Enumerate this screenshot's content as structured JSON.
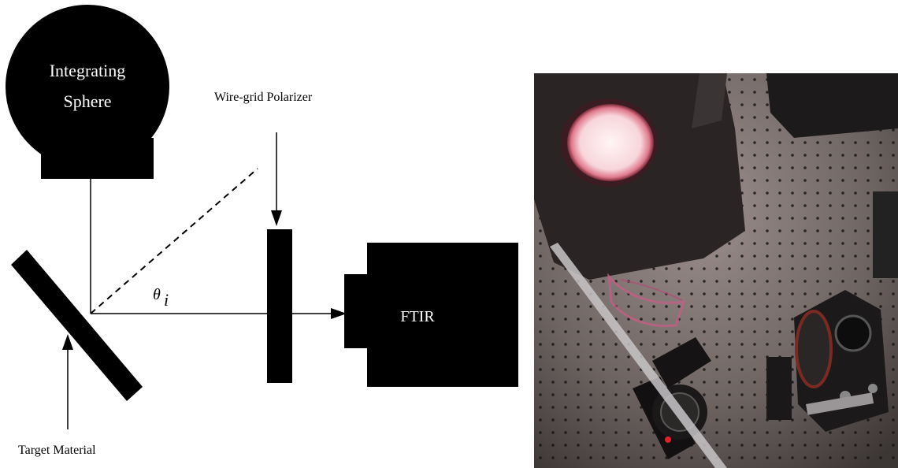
{
  "diagram": {
    "labels": {
      "sphere_line1": "Integrating",
      "sphere_line2": "Sphere",
      "polarizer": "Wire-grid Polarizer",
      "angle_symbol": "θ",
      "angle_subscript": "i",
      "ftir": "FTIR",
      "target": "Target Material"
    }
  },
  "photo": {
    "description_items": [
      "integrating-sphere",
      "rotation-stage",
      "polarizer-mount",
      "optical-breadboard"
    ]
  },
  "colors": {
    "ink": "#000000",
    "background": "#ffffff",
    "sphere_text": "#ffffff",
    "lamp_glow": "#f4c9d0",
    "lamp_rim": "#d9536e",
    "table": "#4a4441"
  }
}
